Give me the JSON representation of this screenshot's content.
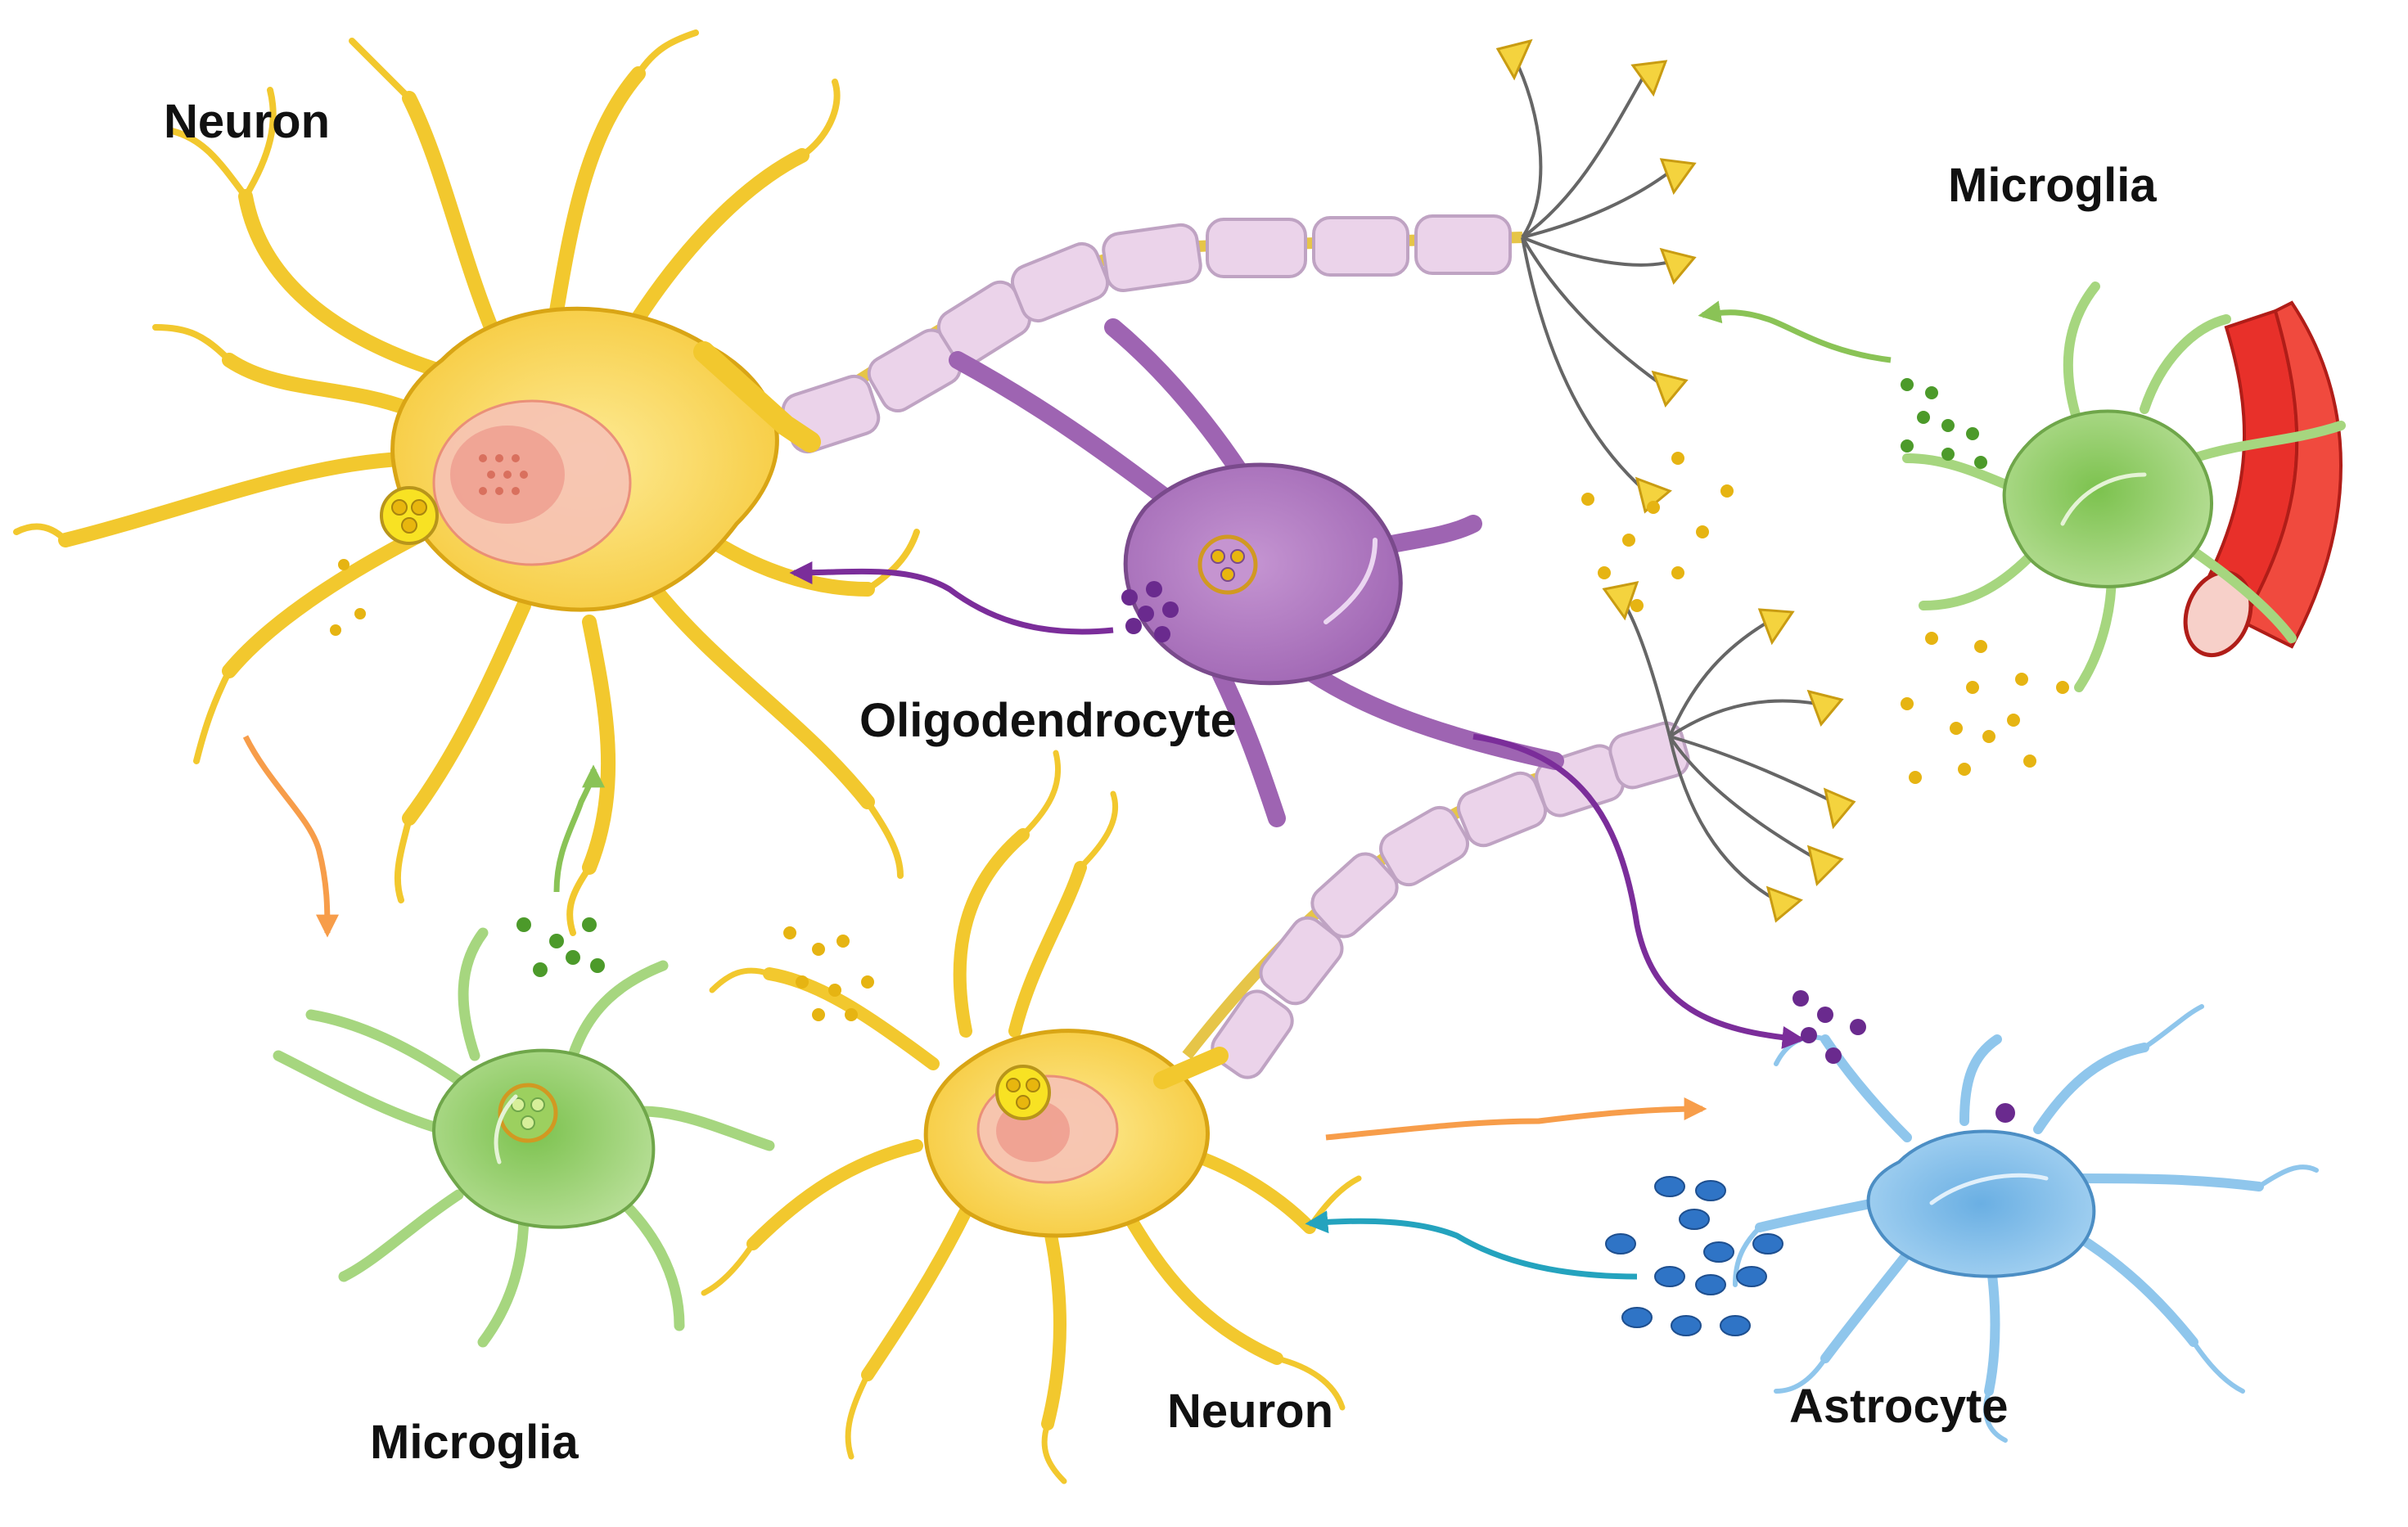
{
  "labels": {
    "neuron_top": "Neuron",
    "microglia_top": "Microglia",
    "oligodendrocyte": "Oligodendrocyte",
    "microglia_bottom": "Microglia",
    "neuron_bottom": "Neuron",
    "astrocyte": "Astrocyte"
  },
  "colors": {
    "neuron_fill": "#FAD85A",
    "neuron_stroke": "#D9A515",
    "nucleus": "#F4A99A",
    "microglia_fill": "#A6D67F",
    "microglia_stroke": "#6FA64A",
    "oligo_fill": "#B07AC0",
    "oligo_stroke": "#7A4A8C",
    "myelin_fill": "#EBD3EA",
    "myelin_stroke": "#BFA3C3",
    "astro_fill": "#8FC6EC",
    "astro_stroke": "#4C8EC4",
    "vessel": "#E8302A",
    "arrow_orange": "#F79D4A",
    "arrow_green": "#8AC356",
    "arrow_purple": "#7B2D9A",
    "arrow_teal": "#24A3BE",
    "particle_yellow": "#E6B412",
    "particle_green": "#4C9A2A",
    "particle_purple": "#6A2A8E",
    "particle_blue": "#2F74C6"
  },
  "icons": {
    "neuron_top": "neuron-cell-icon",
    "neuron_bottom": "neuron-cell-icon",
    "oligodendrocyte": "oligodendrocyte-cell-icon",
    "microglia_top": "microglia-cell-icon",
    "microglia_bottom": "microglia-cell-icon",
    "astrocyte": "astrocyte-cell-icon",
    "blood_vessel": "blood-vessel-icon"
  }
}
